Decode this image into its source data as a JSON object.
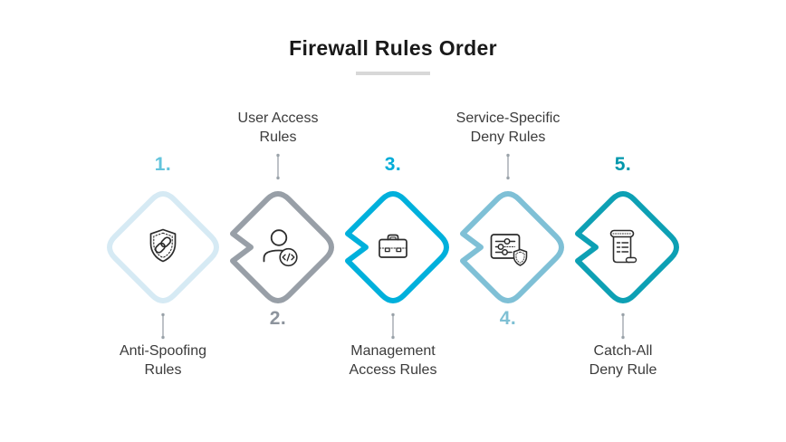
{
  "title": "Firewall Rules Order",
  "colors": {
    "title_text": "#191919",
    "label_text": "#3b3b3b",
    "title_underline": "#d8d8d8",
    "connector": "#9aa2a9",
    "icon_stroke": "#2c2c2c"
  },
  "steps": [
    {
      "number": "1.",
      "label_lines": [
        "Anti-Spoofing",
        "Rules"
      ],
      "label_position": "below",
      "icon": "shield-link-icon",
      "diamond_color": "#d6eaf4",
      "number_color": "#63c4dc"
    },
    {
      "number": "2.",
      "label_lines": [
        "User Access",
        "Rules"
      ],
      "label_position": "above",
      "icon": "user-code-icon",
      "diamond_color": "#989fa7",
      "number_color": "#8d949d"
    },
    {
      "number": "3.",
      "label_lines": [
        "Management",
        "Access Rules"
      ],
      "label_position": "below",
      "icon": "briefcase-icon",
      "diamond_color": "#00b0dc",
      "number_color": "#00acd8"
    },
    {
      "number": "4.",
      "label_lines": [
        "Service-Specific",
        "Deny Rules"
      ],
      "label_position": "above",
      "icon": "settings-shield-icon",
      "diamond_color": "#7fc0d6",
      "number_color": "#7fc0d4"
    },
    {
      "number": "5.",
      "label_lines": [
        "Catch-All",
        "Deny Rule"
      ],
      "label_position": "below",
      "icon": "scroll-rules-icon",
      "diamond_color": "#0da0b4",
      "number_color": "#0097ac"
    }
  ]
}
